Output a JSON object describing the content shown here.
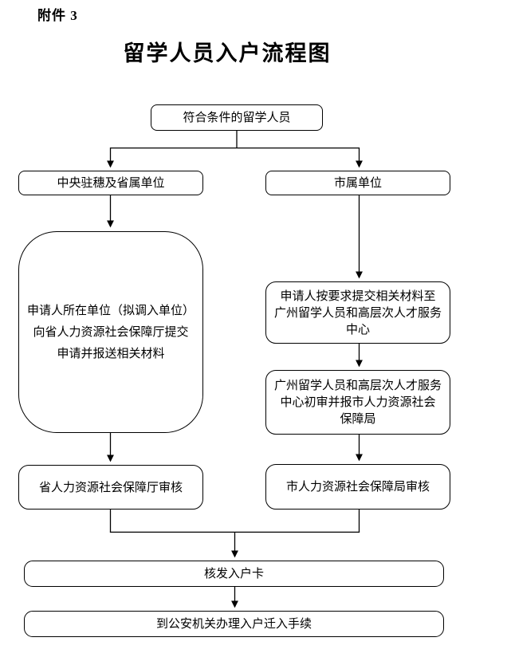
{
  "page": {
    "attachment_label": "附件 3",
    "title": "留学人员入户流程图",
    "background_color": "#ffffff",
    "line_color": "#000000",
    "text_color": "#000000"
  },
  "flowchart": {
    "nodes": {
      "start": {
        "label": "符合条件的留学人员"
      },
      "left_header": {
        "label": "中央驻穗及省属单位"
      },
      "right_header": {
        "label": "市属单位"
      },
      "left_step1": {
        "lines": [
          "申请人所在单位（拟调入单位）",
          "向省人力资源社会保障厅提交",
          "申请并报送相关材料"
        ]
      },
      "right_step1": {
        "lines": [
          "申请人按要求提交相关材料至",
          "广州留学人员和高层次人才服务",
          "中心"
        ]
      },
      "right_step2": {
        "lines": [
          "广州留学人员和高层次人才服务",
          "中心初审并报市人力资源社会",
          "保障局"
        ]
      },
      "left_review": {
        "label": "省人力资源社会保障厅审核"
      },
      "right_review": {
        "label": "市人力资源社会保障局审核"
      },
      "issue_card": {
        "label": "核发入户卡"
      },
      "final_step": {
        "label": "到公安机关办理入户迁入手续"
      }
    }
  }
}
